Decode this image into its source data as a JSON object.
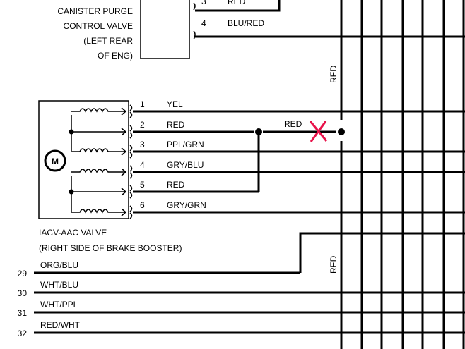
{
  "canister": {
    "label_lines": [
      "CANISTER PURGE",
      "CONTROL VALVE",
      "(LEFT REAR",
      "OF ENG)"
    ],
    "pins": [
      {
        "pin": "3",
        "color": "RED"
      },
      {
        "pin": "4",
        "color": "BLU/RED"
      }
    ]
  },
  "iacv": {
    "label_lines": [
      "IACV-AAC VALVE",
      "(RIGHT SIDE OF BRAKE BOOSTER)"
    ],
    "motor_symbol": "M",
    "pins": [
      {
        "pin": "1",
        "color": "YEL"
      },
      {
        "pin": "2",
        "color": "RED"
      },
      {
        "pin": "3",
        "color": "PPL/GRN"
      },
      {
        "pin": "4",
        "color": "GRY/BLU"
      },
      {
        "pin": "5",
        "color": "RED"
      },
      {
        "pin": "6",
        "color": "GRY/GRN"
      }
    ],
    "junction_wire_label": "RED"
  },
  "vertical_labels": [
    "RED",
    "RED"
  ],
  "ecm_wires": [
    {
      "pin": "29",
      "color": "ORG/BLU"
    },
    {
      "pin": "30",
      "color": "WHT/BLU"
    },
    {
      "pin": "31",
      "color": "WHT/PPL"
    },
    {
      "pin": "32",
      "color": "RED/WHT"
    }
  ],
  "marker": {
    "symbol": "cut-mark",
    "color": "#e8124a"
  }
}
